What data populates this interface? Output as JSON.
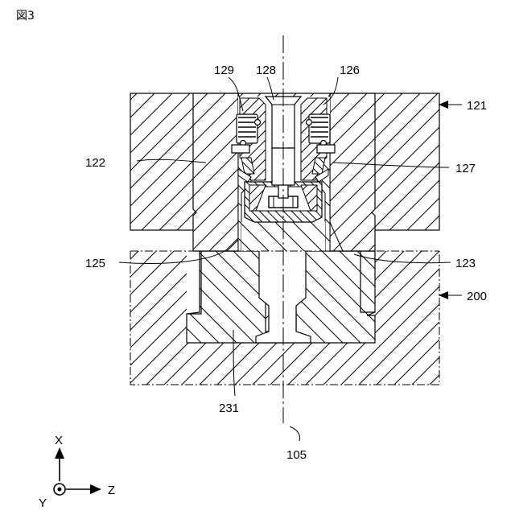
{
  "figure_label": "図3",
  "labels": {
    "l121": "121",
    "l200": "200",
    "l122": "122",
    "l127": "127",
    "l125": "125",
    "l123": "123",
    "l129": "129",
    "l128": "128",
    "l126": "126",
    "l231": "231",
    "l105": "105"
  },
  "axes": {
    "x": "X",
    "y": "Y",
    "z": "Z"
  }
}
